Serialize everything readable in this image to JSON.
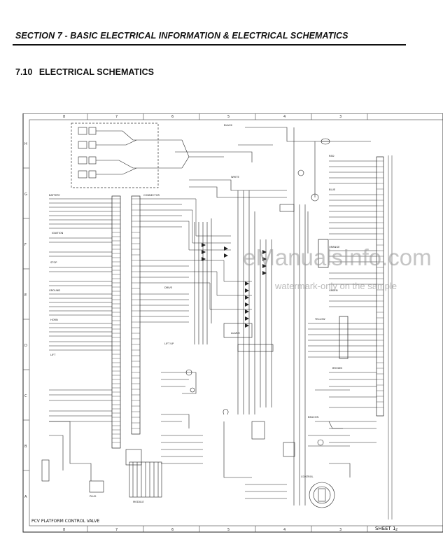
{
  "header": {
    "section_title": "SECTION 7 - BASIC ELECTRICAL INFORMATION & ELECTRICAL SCHEMATICS",
    "subsection_number": "7.10",
    "subsection_title": "ELECTRICAL SCHEMATICS"
  },
  "schematic": {
    "top_ticks": [
      "8",
      "7",
      "6",
      "5",
      "4",
      "3"
    ],
    "bottom_ticks": [
      "8",
      "7",
      "6",
      "5",
      "4",
      "3",
      "2"
    ],
    "left_ticks": [
      "H",
      "G",
      "F",
      "E",
      "D",
      "C",
      "B",
      "A"
    ],
    "labels": {
      "platform_control_valve": "PCV PLATFORM CONTROL VALVE",
      "sheet": "SHEET 1"
    },
    "line_color": "#222222"
  },
  "watermark": {
    "site": "eManualsInfo.com",
    "note": "watermark-only on the sample"
  }
}
